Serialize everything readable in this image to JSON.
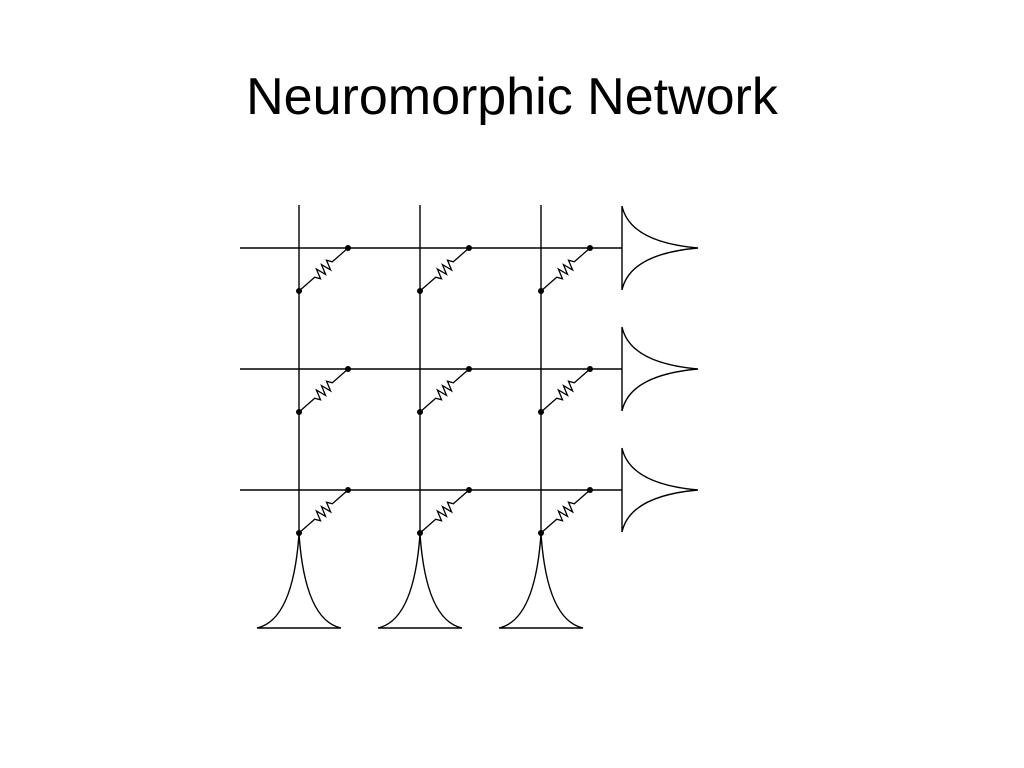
{
  "slide": {
    "title": "Neuromorphic Network"
  },
  "diagram": {
    "type": "crossbar-synapse-array",
    "rows": 3,
    "columns": 3,
    "row_neuron_icon": "spike-pulse-icon",
    "column_neuron_icon": "spike-pulse-icon",
    "synapse_icon": "resistor-icon",
    "line_color": "#000000"
  }
}
